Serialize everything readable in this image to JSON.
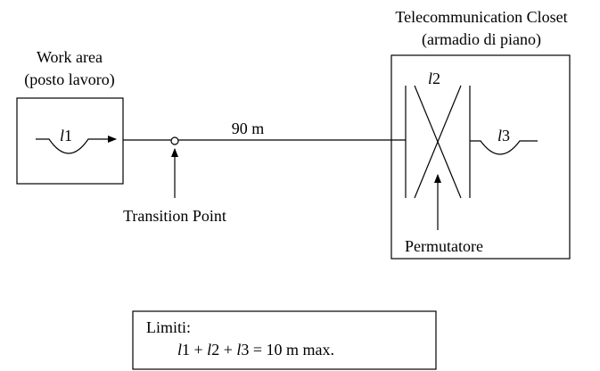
{
  "work_area": {
    "title_line1": "Work area",
    "title_line2": "(posto lavoro)",
    "cable_var": "l",
    "cable_idx": "1"
  },
  "closet": {
    "title_line1": "Telecommunication Closet",
    "title_line2": "(armadio di piano)",
    "patch_var": "l",
    "patch_idx": "2",
    "equip_var": "l",
    "equip_idx": "3",
    "panel_label": "Permutatore"
  },
  "link": {
    "distance_label": "90 m",
    "transition_label": "Transition Point"
  },
  "limits": {
    "heading": "Limiti:",
    "v1": "l",
    "i1": "1",
    "plus1": " + ",
    "v2": "l",
    "i2": "2",
    "plus2": " + ",
    "v3": "l",
    "i3": "3",
    "tail": " = 10 m max."
  }
}
